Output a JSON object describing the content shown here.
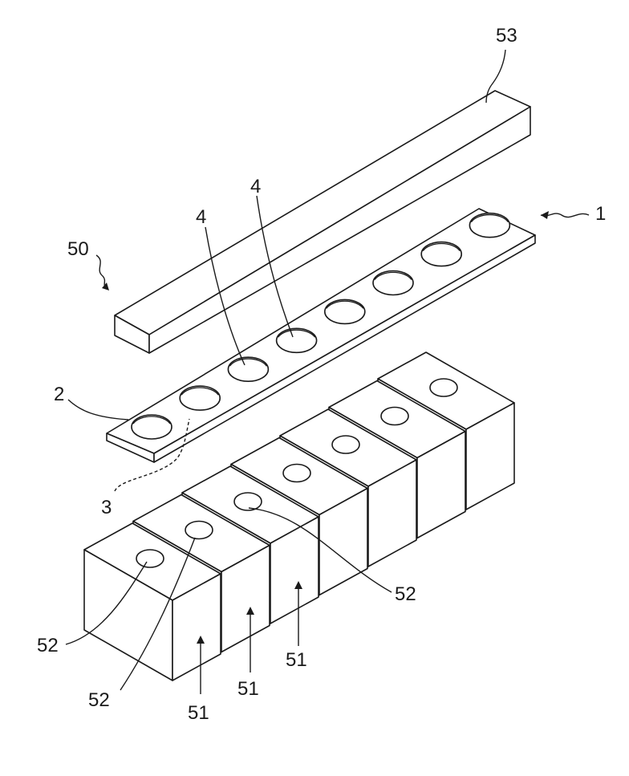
{
  "labels": {
    "bar": "53",
    "plate": "1",
    "assembly": "50",
    "plate_body": "2",
    "plate_underside": "3",
    "hole_a": "4",
    "hole_b": "4",
    "block_hole_1": "52",
    "block_hole_2": "52",
    "block_hole_3": "52",
    "block_1": "51",
    "block_2": "51",
    "block_3": "51"
  }
}
